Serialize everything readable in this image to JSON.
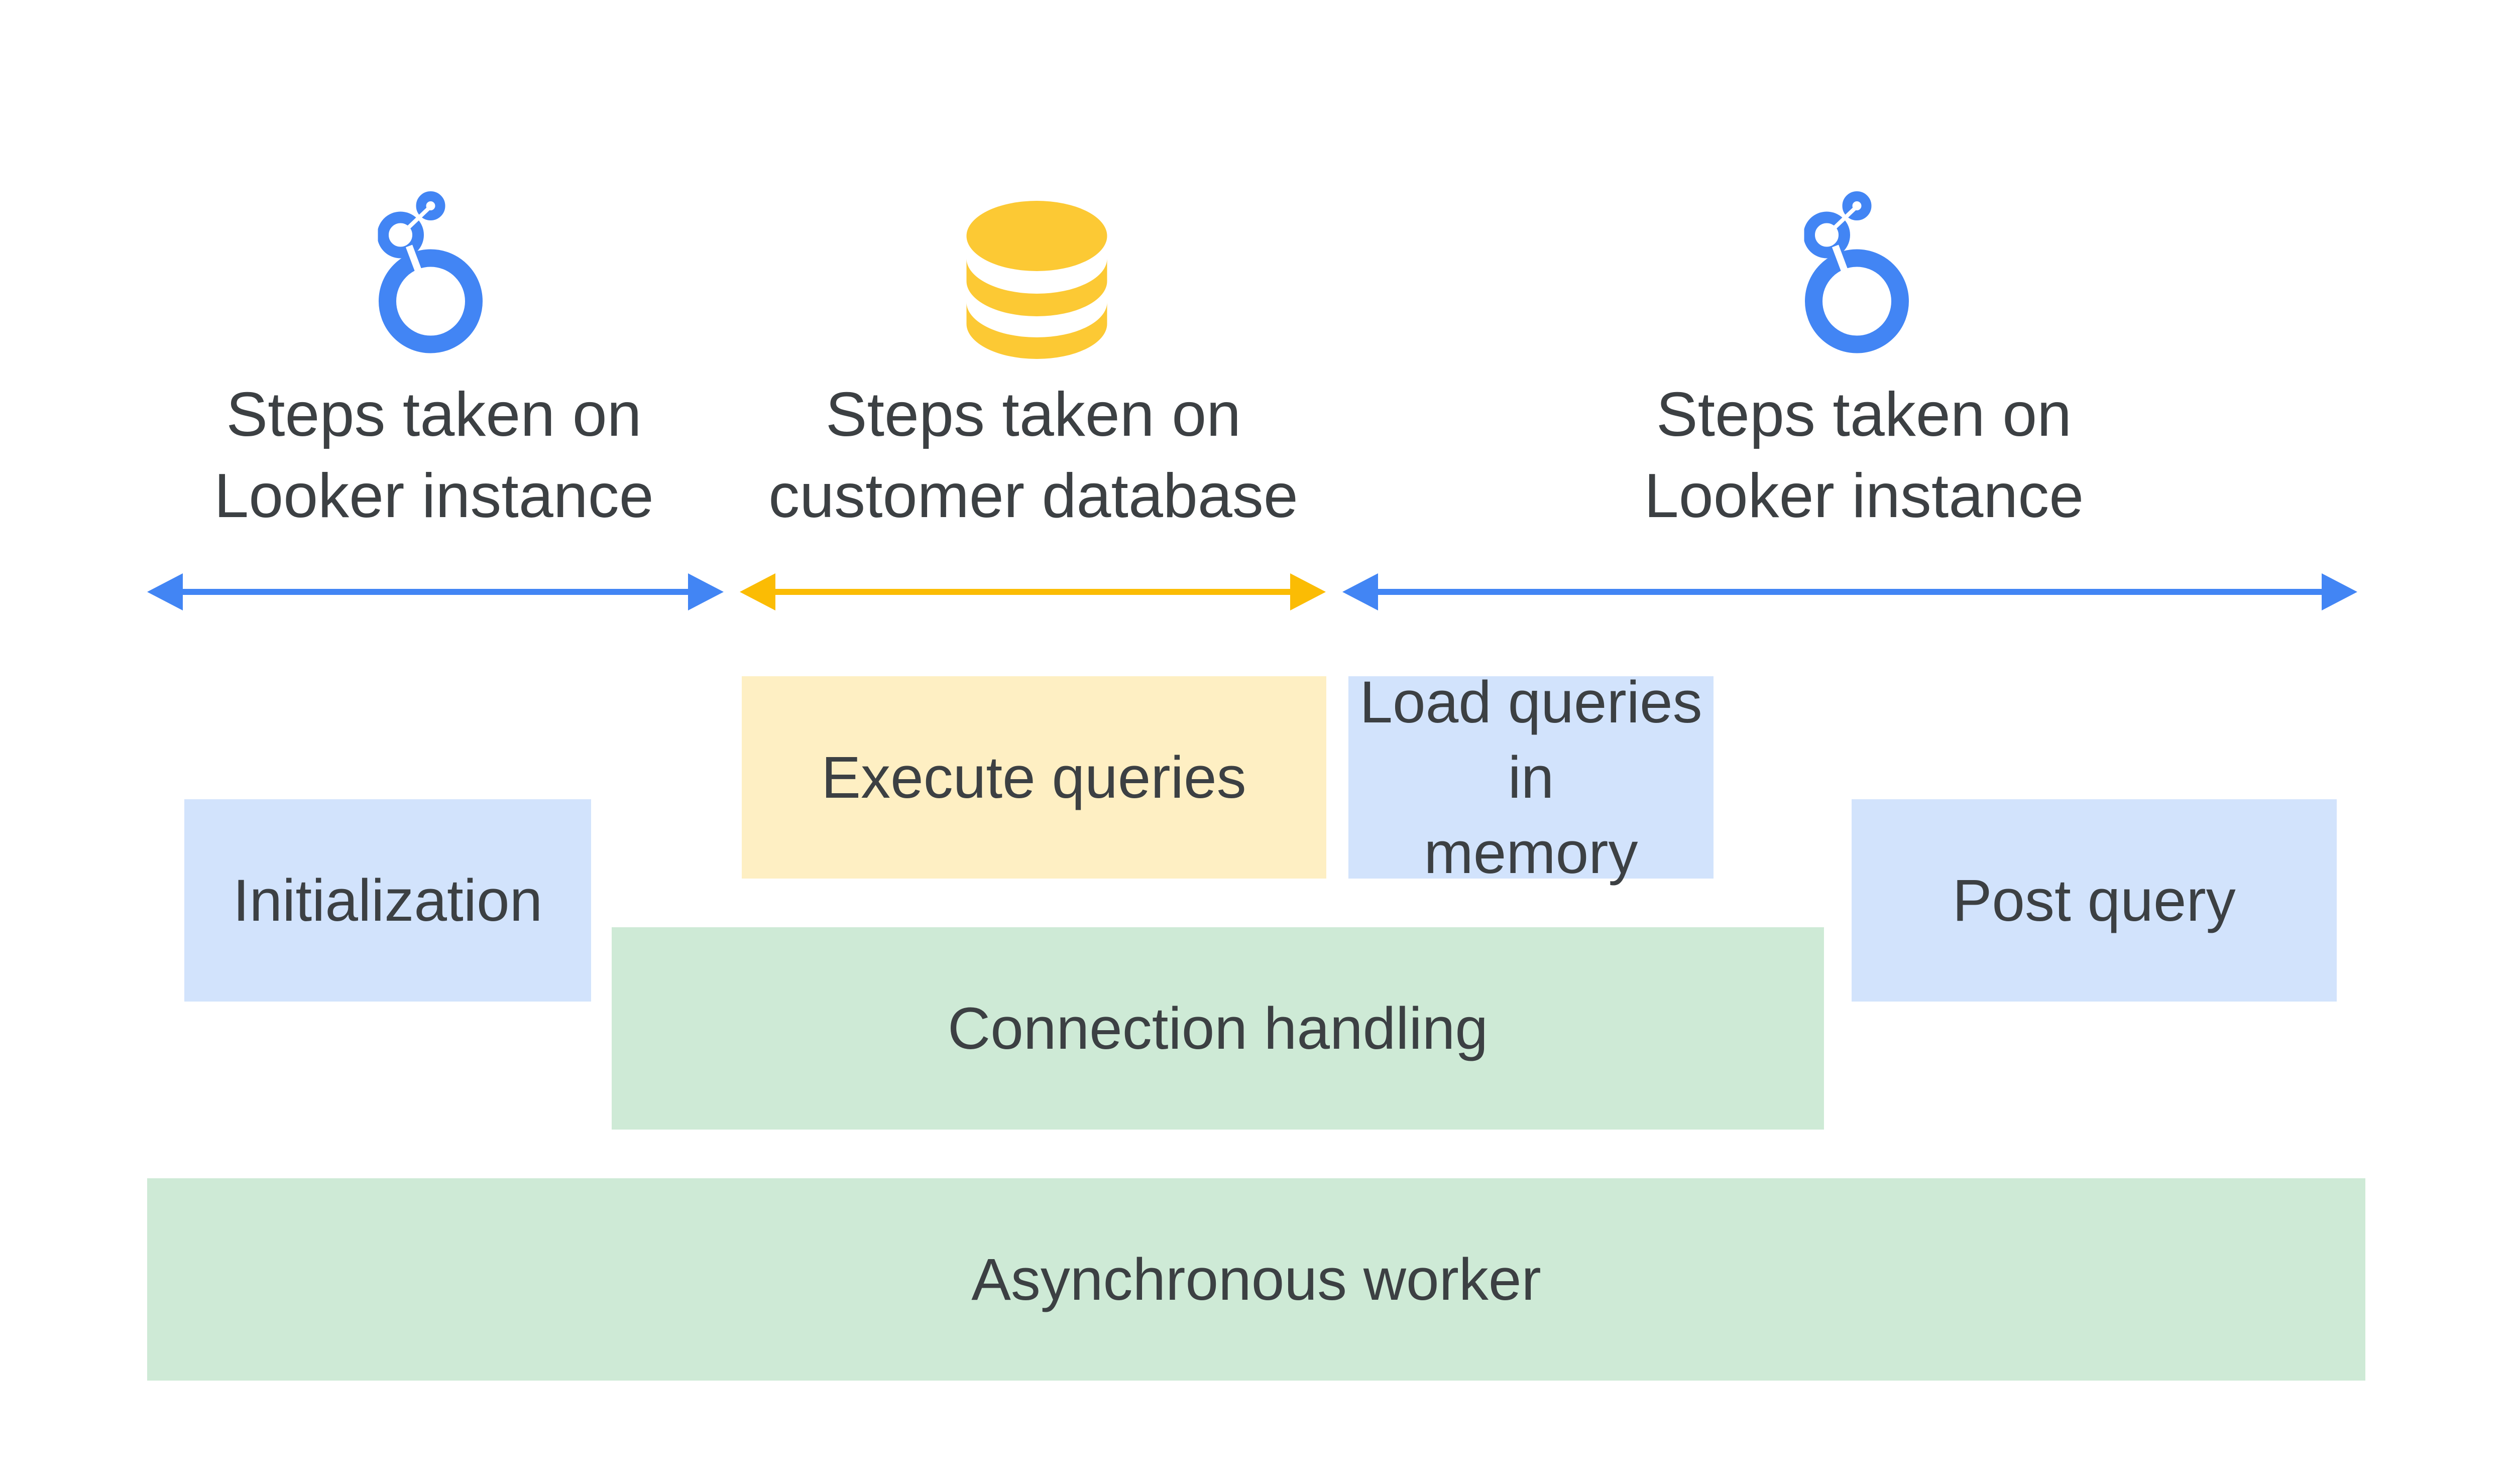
{
  "colors": {
    "looker_blue": "#4285f4",
    "database_yellow": "#fbbc04",
    "database_icon": "#fcc934",
    "box_blue": "#d2e3fc",
    "box_green": "#ceead6",
    "box_yellow": "#feefc3",
    "text": "#3c4043"
  },
  "sections": [
    {
      "icon": "looker-logo-icon",
      "line1": "Steps taken on",
      "line2": "Looker instance"
    },
    {
      "icon": "database-icon",
      "line1": "Steps taken on",
      "line2": "customer database"
    },
    {
      "icon": "looker-logo-icon",
      "line1": "Steps taken on",
      "line2": "Looker instance"
    }
  ],
  "boxes": {
    "execute_queries": "Execute queries",
    "load_queries_line1": "Load queries in",
    "load_queries_line2": "memory",
    "initialization": "Initialization",
    "post_query": "Post query",
    "connection_handling": "Connection handling",
    "asynchronous_worker": "Asynchronous worker"
  }
}
